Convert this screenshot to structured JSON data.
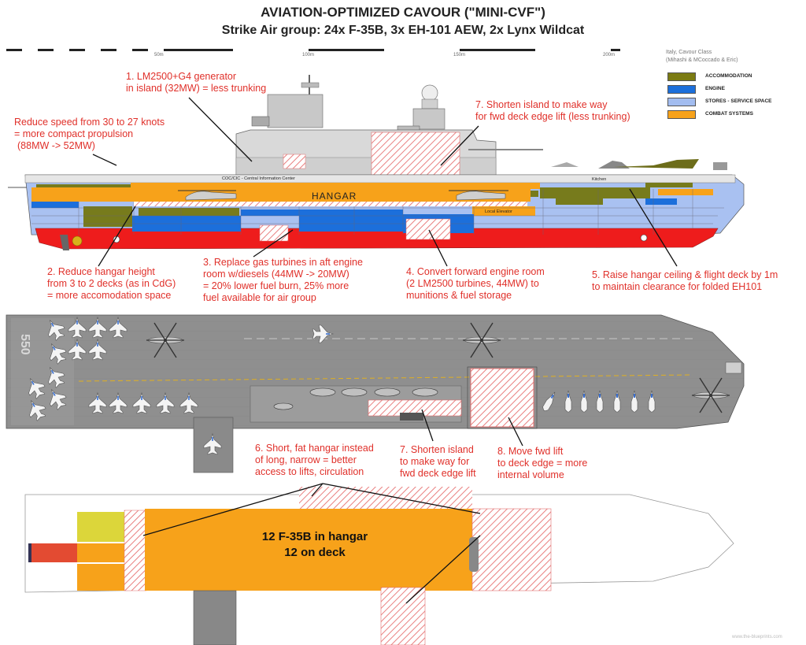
{
  "header": {
    "title": "AVIATION-OPTIMIZED CAVOUR (\"MINI-CVF\")",
    "subtitle": "Strike Air group: 24x F-35B,  3x EH-101 AEW, 2x  Lynx Wildcat"
  },
  "scale_bar": {
    "labels": [
      "50m",
      "100m",
      "150m",
      "200m"
    ]
  },
  "legend": {
    "heading_line1": "Italy, Cavour Class",
    "heading_line2": "(Mihashi & MCoccado & Eric)",
    "items": [
      {
        "label": "ACCOMMODATION",
        "color": "#7b7b12"
      },
      {
        "label": "ENGINE",
        "color": "#1c6fdb"
      },
      {
        "label": "STORES - SERVICE SPACE",
        "color": "#a3bdf0"
      },
      {
        "label": "COMBAT SYSTEMS",
        "color": "#f7a21a"
      }
    ]
  },
  "profile_labels": {
    "cic": "COC/CIC - Central Information Center",
    "hangar": "HANGAR",
    "kitchen": "Kitchen",
    "local_elevator": "Local Elevator"
  },
  "annotations": {
    "a1": [
      "1. LM2500+G4 generator",
      "in island (32MW) = less trunking"
    ],
    "speed": [
      "Reduce speed from 30 to 27 knots",
      "= more compact propulsion",
      "(88MW -> 52MW)"
    ],
    "a7_top": [
      "7. Shorten island to make way",
      "for fwd deck edge lift (less trunking)"
    ],
    "a2": [
      "2. Reduce hangar height",
      "from 3 to 2 decks (as in CdG)",
      "= more accomodation space"
    ],
    "a3": [
      "3. Replace gas turbines in aft engine",
      "room w/diesels (44MW -> 20MW)",
      "= 20% lower fuel burn, 25% more",
      "fuel available for air group"
    ],
    "a4": [
      "4. Convert forward engine room",
      "(2 LM2500 turbines, 44MW) to",
      "munitions & fuel storage"
    ],
    "a5": [
      "5. Raise hangar ceiling & flight deck by 1m",
      "to maintain clearance for folded EH101"
    ],
    "a6": [
      "6. Short, fat hangar instead",
      "of long, narrow = better",
      "access to lifts, circulation"
    ],
    "a7_mid": [
      "7. Shorten island",
      "to make way for",
      "fwd deck edge lift"
    ],
    "a8": [
      "8. Move fwd lift",
      "to deck edge = more",
      "internal volume"
    ]
  },
  "deck": {
    "hull_number": "550"
  },
  "hangar_plan": {
    "line1": "12 F-35B in hangar",
    "line2": "12 on deck"
  },
  "credit": "www.the-blueprints.com"
}
